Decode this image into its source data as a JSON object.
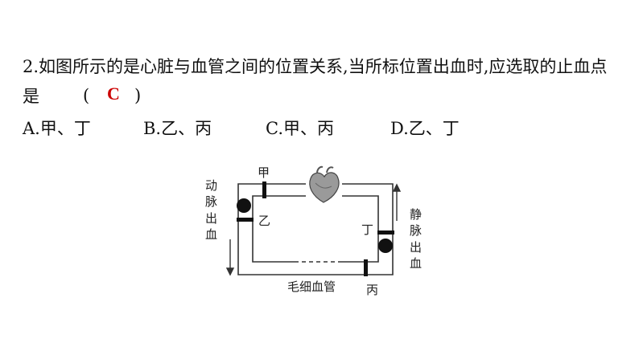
{
  "question": {
    "line1": "2.如图所示的是心脏与血管之间的位置关系,当所标位置出血时,应选取的止血点",
    "line2": "是",
    "paren_open": "(",
    "paren_close": ")",
    "answer": "C",
    "answer_color": "#cc0000"
  },
  "options": [
    {
      "label": "A.甲、丁"
    },
    {
      "label": "B.乙、丙"
    },
    {
      "label": "C.甲、丙"
    },
    {
      "label": "D.乙、丁"
    }
  ],
  "diagram": {
    "artery_bleed": [
      "动",
      "脉",
      "出",
      "血"
    ],
    "vein_bleed": [
      "静",
      "脉",
      "出",
      "血"
    ],
    "point_jia": "甲",
    "point_yi": "乙",
    "point_bing": "丙",
    "point_ding": "丁",
    "capillary": "毛细血管",
    "heart_icon": "heart-icon"
  }
}
